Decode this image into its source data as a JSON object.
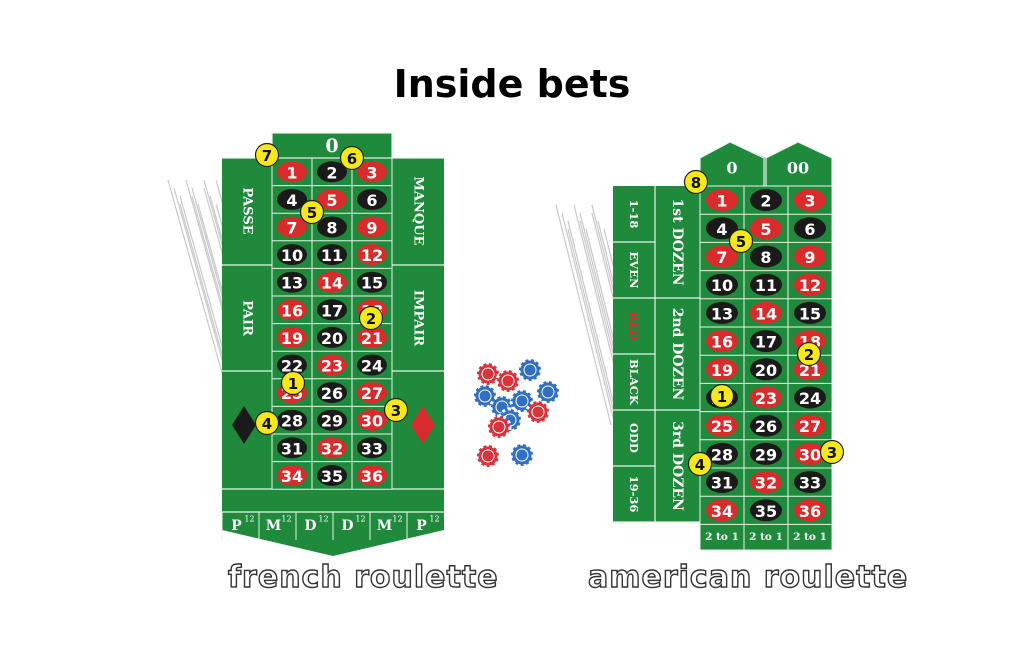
{
  "title": "Inside bets",
  "colors": {
    "felt": "#1f8a3c",
    "felt_line": "#e8f3ea",
    "red": "#d92b2b",
    "black": "#1a1a1a",
    "marker": "#f7e81a",
    "chip_red": "#d9333b",
    "chip_blue": "#2f6fc4"
  },
  "red_numbers": [
    1,
    3,
    5,
    7,
    9,
    12,
    14,
    16,
    18,
    19,
    21,
    23,
    25,
    27,
    30,
    32,
    34,
    36
  ],
  "french": {
    "caption": "french roulette",
    "zero": "0",
    "left_labels": [
      "PASSE",
      "PAIR"
    ],
    "right_labels": [
      "MANQUE",
      "IMPAIR"
    ],
    "bottom_cells": [
      {
        "letter": "P",
        "sup": "12"
      },
      {
        "letter": "M",
        "sup": "12"
      },
      {
        "letter": "D",
        "sup": "12"
      },
      {
        "letter": "D",
        "sup": "12"
      },
      {
        "letter": "M",
        "sup": "12"
      },
      {
        "letter": "P",
        "sup": "12"
      }
    ],
    "markers": [
      "1",
      "2",
      "3",
      "4",
      "5",
      "6",
      "7"
    ]
  },
  "american": {
    "caption": "american roulette",
    "zeros": [
      "0",
      "00"
    ],
    "outside_labels": [
      "1-18",
      "EVEN",
      "RED",
      "BLACK",
      "ODD",
      "19-36"
    ],
    "dozens": [
      "1st DOZEN",
      "2nd DOZEN",
      "3rd DOZEN"
    ],
    "columns_label": [
      "2 to 1",
      "2 to 1",
      "2 to 1"
    ],
    "markers": [
      "1",
      "2",
      "3",
      "4",
      "5",
      "8"
    ]
  }
}
